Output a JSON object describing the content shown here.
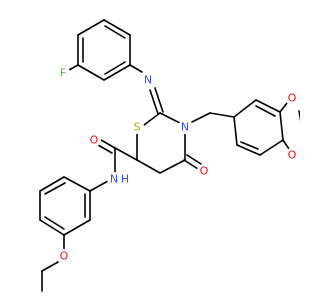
{
  "molecule": {
    "atoms": {
      "F": {
        "text": "F",
        "color": "#33cc33"
      },
      "N_imine": {
        "text": "N",
        "color": "#3050f8"
      },
      "S": {
        "text": "S",
        "color": "#b8a200"
      },
      "N_ring": {
        "text": "N",
        "color": "#3050f8"
      },
      "O_carbonyl": {
        "text": "O",
        "color": "#ff0d0d"
      },
      "O_amide": {
        "text": "O",
        "color": "#ff0d0d"
      },
      "N_amide": {
        "text": "N",
        "color": "#3050f8"
      },
      "H_amide": {
        "text": "H",
        "color": "#3050f8"
      },
      "O_ether": {
        "text": "O",
        "color": "#ff0d0d"
      },
      "O_dioxole_1": {
        "text": "O",
        "color": "#ff0d0d"
      },
      "O_dioxole_2": {
        "text": "O",
        "color": "#ff0d0d"
      }
    }
  }
}
